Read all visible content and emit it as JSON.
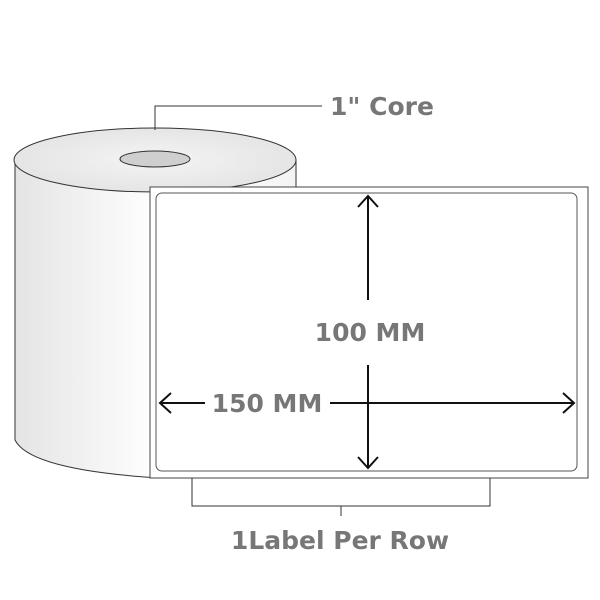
{
  "core_label": "1\" Core",
  "height_label": "100 MM",
  "width_label": "150 MM",
  "row_label": "1Label Per Row",
  "colors": {
    "text": "#777777",
    "line": "#222222",
    "roll_shade": "#e6e6e6"
  }
}
